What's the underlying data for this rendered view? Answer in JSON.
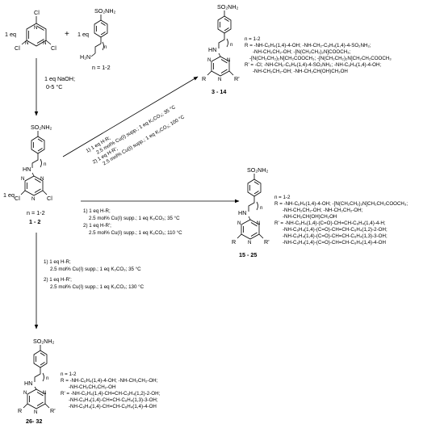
{
  "reactant_triazine": {
    "eq": "1 eq",
    "substituent": "Cl"
  },
  "reactant_sulfonamide": {
    "plus": "+",
    "eq": "1 eq",
    "top_group": "SO₂NH₂",
    "amine": "H₂N",
    "chain_n": "n",
    "n_range": "n = 1-2"
  },
  "step1": {
    "line1": "1 eq NaOH;",
    "line2": "0-5 °C"
  },
  "intermediate": {
    "top_group": "SO₂NH₂",
    "hn": "HN",
    "chain_n": "n",
    "eq": "1 eq",
    "substituent": "Cl",
    "n_range": "n = 1-2",
    "compound": "1 - 2"
  },
  "route_a": {
    "lines": [
      "1) 1 eq H-R;",
      "2.5 mol% Cu(I) supp.; 1 eq K₂CO₃; 35 °C",
      "2) 1 eq H-R';",
      "2.5 mol% Cu(I) supp.; 1 eq K₂CO₃; 100 °C"
    ],
    "product": {
      "top_group": "SO₂NH₂",
      "hn": "HN",
      "chain_n": "n",
      "r": "R",
      "r_prime": "R'",
      "compound": "3 - 14",
      "legend": [
        "n = 1-2",
        "R = -NH-C₆H₄(1,4)-4-OH; -NH-CH₂-C₆H₄(1,4)-4-SO₂NH₂;",
        "-NH-CH₂CH₂-OH; -[N(CH₂CH₂)₂N]COOCH₃;",
        "-[N(CH₂CH₂)₂N]CH₂COOCH₃; -[N(CH₂CH₂)₂N]CH₂CH₂COOCH₃",
        "R' = -Cl; -NH-CH₂-C₆H₄(1,4)-4-SO₂NH₂; -NH-C₆H₄(1,4)-4-OH;",
        "-NH-CH₂CH₂-OH; -NH-CH₂CH(OH)CH₂OH"
      ]
    }
  },
  "route_b": {
    "lines": [
      "1) 1 eq H-R;",
      "2.5 mol% Cu(I) supp.; 1 eq K₂CO₃; 35 °C",
      "2) 1 eq H-R';",
      "2.5 mol% Cu(I) supp.; 1 eq K₂CO₃; 110 °C"
    ],
    "product": {
      "top_group": "SO₂NH₂",
      "hn": "HN",
      "chain_n": "n",
      "r": "R",
      "r_prime": "R'",
      "compound": "15 - 25",
      "legend": [
        "n = 1-2",
        "R = -NH-C₆H₄(1,4)-4-OH; -[N(CH₂CH₂)₂N]CH₂CH₂COOCH₃;",
        "-NH-CH₂CH₂-OH; -NH-CH₂CH₂-OH;",
        "-NH-CH₂CH(OH)CH₂OH",
        "R' = -NH-C₆H₄(1,4)-(C=O)-CH=CH-C₆H₄(1,4)-4-H;",
        "-NH-C₆H₄(1,4)-(C=O)-CH=CH-C₆H₄(1,2)-2-OH;",
        "-NH-C₆H₄(1,4)-(C=O)-CH=CH-C₆H₄(1,3)-3-OH;",
        "-NH-C₆H₄(1,4)-(C=O)-CH=CH-C₆H₄(1,4)-4-OH"
      ]
    }
  },
  "route_c": {
    "lines": [
      "1) 1 eq H-R;",
      "2.5 mol% Cu(I) supp.; 1 eq K₂CO₃; 35 °C",
      "2) 1 eq H-R';",
      "2.5 mol% Cu(I) supp.; 1 eq K₂CO₃; 130 °C"
    ],
    "product": {
      "top_group": "SO₂NH₂",
      "hn": "HN",
      "chain_n": "n",
      "r": "R",
      "r_prime": "R'",
      "compound": "26- 32",
      "legend": [
        "n = 1-2",
        "R = -NH-C₆H₄(1,4)-4-OH; -NH-CH₂CH₂-OH;",
        "-NH-CH₂CH₂CH₂-OH",
        "R' = -NH-C₆H₄(1,4)-CH=CH-C₆H₄(1,2)-2-OH;",
        "-NH-C₆H₄(1,4)-CH=CH-C₆H₄(1,3)-3-OH;",
        "-NH-C₆H₄(1,4)-CH=CH-C₆H₄(1,4)-4-OH"
      ]
    }
  }
}
